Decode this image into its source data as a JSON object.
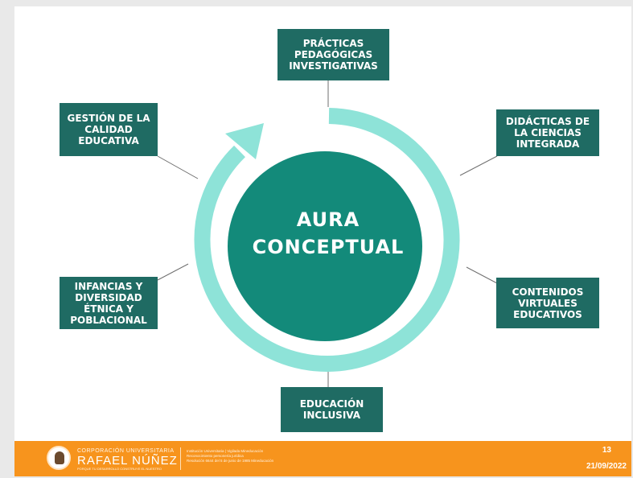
{
  "diagram": {
    "center": "AURA\nCONCEPTUAL",
    "nodes": {
      "top": "PRÁCTICAS\nPEDAGÓGICAS\nINVESTIGATIVAS",
      "top_right": "DIDÁCTICAS DE\nLA CIENCIAS\nINTEGRADA",
      "bottom_right": "CONTENIDOS\nVIRTUALES\nEDUCATIVOS",
      "bottom": "EDUCACIÓN\nINCLUSIVA",
      "bottom_left": "INFANCIAS Y\nDIVERSIDAD\nÉTNICA Y\nPOBLACIONAL",
      "top_left": "GESTIÓN DE LA\nCALIDAD\nEDUCATIVA"
    },
    "colors": {
      "box": "#1f6b63",
      "center": "#138a7a",
      "ring": "#8ee3d8",
      "connector": "#6f6f6f"
    }
  },
  "footer": {
    "logo_top": "CORPORACIÓN UNIVERSITARIA",
    "logo_name": "RAFAEL NÚÑEZ",
    "logo_sub": "PORQUE TU DESARROLLO CONSTRUYE EL NUESTRO",
    "inst_line1": "Institución Universitaria | Vigilada Mineducación",
    "inst_line2": "Reconocimiento personería jurídica",
    "inst_line3": "Resolución 6644 del 5 de junio de 1985 Mineducación",
    "page": "13",
    "date": "21/09/2022",
    "color": "#f7941d"
  }
}
